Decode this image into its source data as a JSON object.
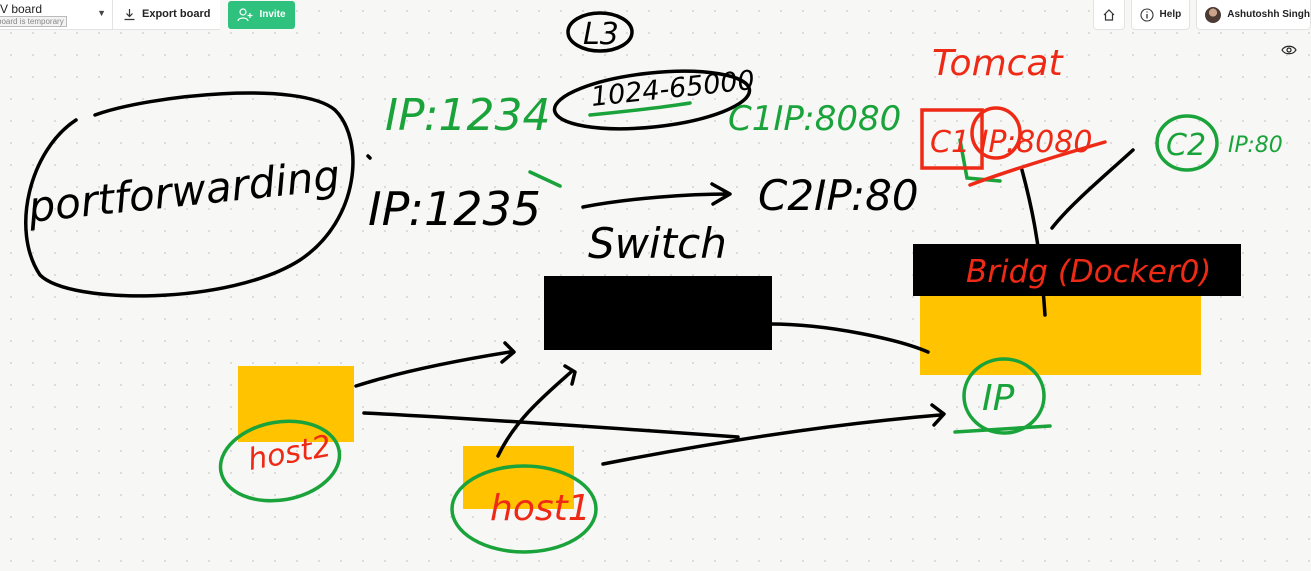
{
  "toolbar": {
    "board_title": "V board",
    "board_subtitle": "board is temporary",
    "export_label": "Export board",
    "invite_label": "Invite",
    "help_label": "Help",
    "user_name": "Ashutoshh Singh"
  },
  "canvas": {
    "portforwarding_label": "portforwarding",
    "l3_label": "L3",
    "port_range_label": "1024-65000",
    "ip_1234_label": "IP:1234",
    "ip_1235_label": "IP:1235",
    "c1_ip_label": "C1IP:8080",
    "c2_ip_label": "C2IP:80",
    "switch_label": "Switch",
    "tomcat_label": "Tomcat",
    "c1_tomcat_ip_label": "C1 IP:8080",
    "c2_right_label": "C2",
    "c2_right_ip_label": "IP:80",
    "bridge_label": "Bridg (Docker0)",
    "host2_label": "host2",
    "host1_label": "host1",
    "ip_circle_label": "IP"
  },
  "colors": {
    "green": "#1aa33a",
    "red": "#ee2a16",
    "yellow": "#ffc300",
    "black": "#000000",
    "invite": "#2ec27e"
  }
}
